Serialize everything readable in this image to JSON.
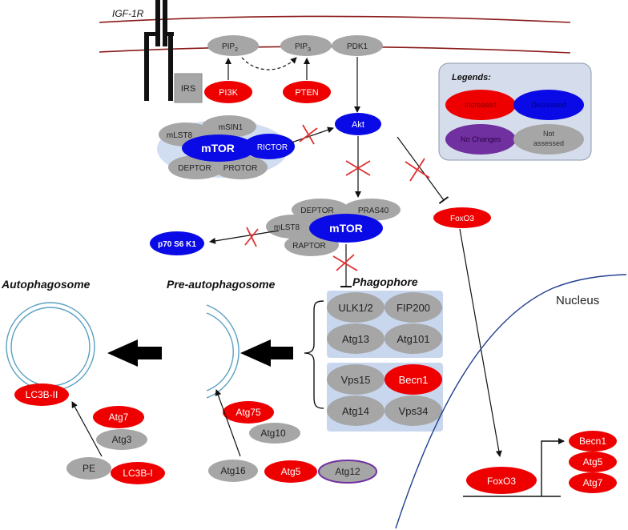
{
  "colors": {
    "increased": "#ee0000",
    "decreased": "#0a0ae6",
    "no_changes": "#7030a0",
    "not_assessed": "#a6a6a6",
    "membrane": "#8b1a1a",
    "inhibition_mark": "#e03030",
    "phagosome_panel": "#c9d7ee",
    "nucleus_curve": "#203f8f"
  },
  "membrane": {
    "receptor_label": "IGF-1R"
  },
  "top_nodes": {
    "pip2": "PIP",
    "pip2_sub": "2",
    "pip3": "PIP",
    "pip3_sub": "3",
    "pdk1": "PDK1",
    "irs": "IRS",
    "pi3k": "PI3K",
    "pten": "PTEN",
    "akt": "Akt"
  },
  "mtorc2": {
    "mlst8": "mLST8",
    "msin1": "mSIN1",
    "mtor": "mTOR",
    "rictor": "RICTOR",
    "deptor": "DEPTOR",
    "protor": "PROTOR"
  },
  "mtorc1": {
    "deptor": "DEPTOR",
    "pras40": "PRAS40",
    "mlst8": "mLST8",
    "mtor": "mTOR",
    "raptor": "RAPTOR"
  },
  "p70": "p70 S6 K1",
  "foxo3_cytoplasm": "FoxO3",
  "legend": {
    "title": "Legends:",
    "increased": "Increased",
    "decreased": "Decreased",
    "no_changes": "No Changes",
    "not_assessed_line1": "Not",
    "not_assessed_line2": "assessed"
  },
  "stages": {
    "autophagosome": "Autophagosome",
    "pre_autophagosome": "Pre-autophagosome",
    "phagophore": "Phagophore"
  },
  "ulk_complex": {
    "ulk": "ULK1/2",
    "fip200": "FIP200",
    "atg13": "Atg13",
    "atg101": "Atg101"
  },
  "vps_complex": {
    "vps15": "Vps15",
    "becn1": "Becn1",
    "atg14": "Atg14",
    "vps34": "Vps34"
  },
  "lc3": {
    "lc3b_ii": "LC3B-II",
    "atg7": "Atg7",
    "atg3": "Atg3",
    "pe": "PE",
    "lc3b_i": "LC3B-I"
  },
  "atg12_system": {
    "atg75": "Atg75",
    "atg10": "Atg10",
    "atg16": "Atg16",
    "atg5": "Atg5",
    "atg12": "Atg12"
  },
  "nucleus": {
    "label": "Nucleus",
    "foxo3": "FoxO3",
    "targets": [
      "Becn1",
      "Atg5",
      "Atg7"
    ]
  }
}
